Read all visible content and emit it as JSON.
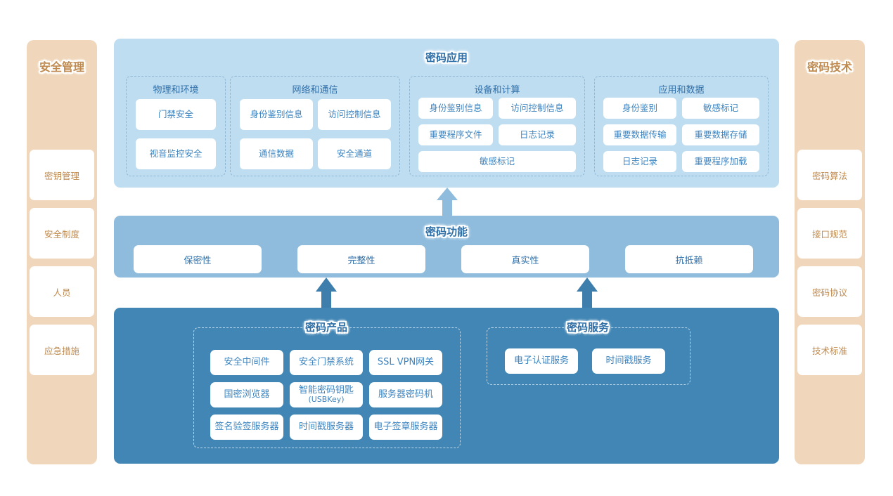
{
  "colors": {
    "tan_panel": "#f0d7bb",
    "tan_text": "#c08a4e",
    "app_panel": "#bfddf1",
    "func_panel": "#8fbcdd",
    "prod_panel": "#4186b5",
    "title_blue": "#2f6fa8",
    "chip_text": "#3d84c0",
    "arrow_light": "#8fbcdd",
    "arrow_dark": "#3d7ead"
  },
  "left_sidebar": {
    "title": "安全管理",
    "items": [
      {
        "label": "密钥管理"
      },
      {
        "label": "安全制度"
      },
      {
        "label": "人员"
      },
      {
        "label": "应急措施"
      }
    ]
  },
  "right_sidebar": {
    "title": "密码技术",
    "items": [
      {
        "label": "密码算法"
      },
      {
        "label": "接口规范"
      },
      {
        "label": "密码协议"
      },
      {
        "label": "技术标准"
      }
    ]
  },
  "application_layer": {
    "title": "密码应用",
    "groups": [
      {
        "title": "物理和环境",
        "rows": [
          [
            "门禁安全"
          ],
          [
            "视音监控安全"
          ]
        ]
      },
      {
        "title": "网络和通信",
        "rows": [
          [
            "身份鉴别信息",
            "访问控制信息"
          ],
          [
            "通信数据",
            "安全通道"
          ]
        ]
      },
      {
        "title": "设备和计算",
        "rows": [
          [
            "身份鉴别信息",
            "访问控制信息"
          ],
          [
            "重要程序文件",
            "日志记录"
          ],
          [
            "敏感标记"
          ]
        ]
      },
      {
        "title": "应用和数据",
        "rows": [
          [
            "身份鉴别",
            "敏感标记"
          ],
          [
            "重要数据传输",
            "重要数据存储"
          ],
          [
            "日志记录",
            "重要程序加载"
          ]
        ]
      }
    ]
  },
  "function_layer": {
    "title": "密码功能",
    "items": [
      {
        "label": "保密性"
      },
      {
        "label": "完整性"
      },
      {
        "label": "真实性"
      },
      {
        "label": "抗抵赖"
      }
    ]
  },
  "product_layer": {
    "products": {
      "title": "密码产品",
      "rows": [
        [
          {
            "label": "安全中间件",
            "sub": ""
          },
          {
            "label": "安全门禁系统",
            "sub": ""
          },
          {
            "label": "SSL VPN网关",
            "sub": ""
          }
        ],
        [
          {
            "label": "国密浏览器",
            "sub": ""
          },
          {
            "label": "智能密码钥匙",
            "sub": "(USBKey)"
          },
          {
            "label": "服务器密码机",
            "sub": ""
          }
        ],
        [
          {
            "label": "签名验签服务器",
            "sub": ""
          },
          {
            "label": "时间戳服务器",
            "sub": ""
          },
          {
            "label": "电子签章服务器",
            "sub": ""
          }
        ]
      ]
    },
    "services": {
      "title": "密码服务",
      "rows": [
        [
          {
            "label": "电子认证服务",
            "sub": ""
          },
          {
            "label": "时间戳服务",
            "sub": ""
          }
        ]
      ]
    }
  },
  "arrows": [
    {
      "name": "app-from-function",
      "direction": "up"
    },
    {
      "name": "function-from-product-left",
      "direction": "up"
    },
    {
      "name": "function-from-product-right",
      "direction": "up"
    }
  ]
}
